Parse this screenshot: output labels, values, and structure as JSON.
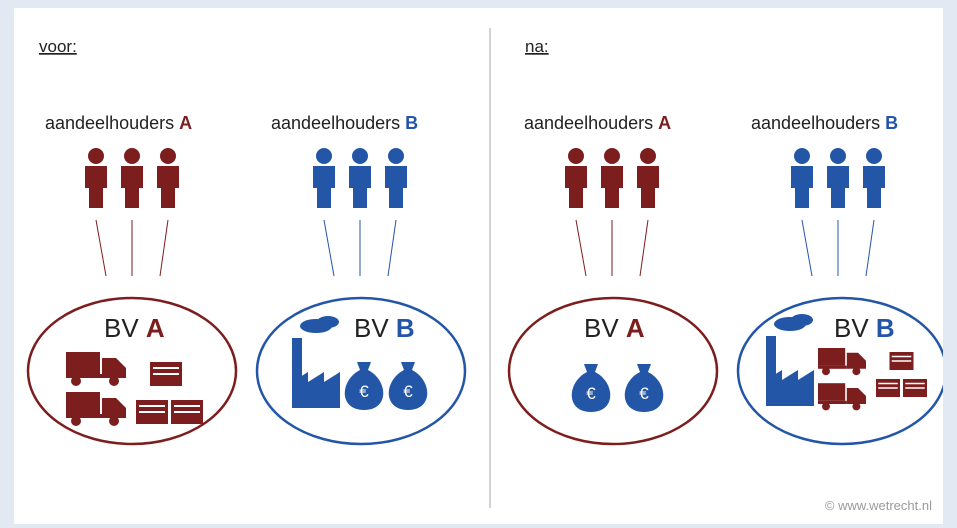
{
  "colors": {
    "a": "#7d1e1e",
    "b": "#2456a8",
    "divider": "#aaaaaa"
  },
  "before": {
    "heading": "voor:",
    "holders_a": {
      "text": "aandeelhouders",
      "letter": "A"
    },
    "holders_b": {
      "text": "aandeelhouders",
      "letter": "B"
    },
    "bv_a": {
      "text": "BV",
      "letter": "A",
      "icons": [
        "truck-icon",
        "truck-icon",
        "box-icon",
        "box-icon",
        "box-icon"
      ]
    },
    "bv_b": {
      "text": "BV",
      "letter": "B",
      "icons": [
        "factory-icon",
        "money-bag-icon",
        "money-bag-icon"
      ],
      "currency_symbol": "€"
    }
  },
  "after": {
    "heading": "na:",
    "holders_a": {
      "text": "aandeelhouders",
      "letter": "A"
    },
    "holders_b": {
      "text": "aandeelhouders",
      "letter": "B"
    },
    "bv_a": {
      "text": "BV",
      "letter": "A",
      "icons": [
        "money-bag-icon",
        "money-bag-icon"
      ],
      "currency_symbol": "€"
    },
    "bv_b": {
      "text": "BV",
      "letter": "B",
      "icons": [
        "factory-icon",
        "truck-icon",
        "truck-icon",
        "box-icon",
        "box-icon",
        "box-icon"
      ]
    }
  },
  "copyright": "© www.wetrecht.nl"
}
